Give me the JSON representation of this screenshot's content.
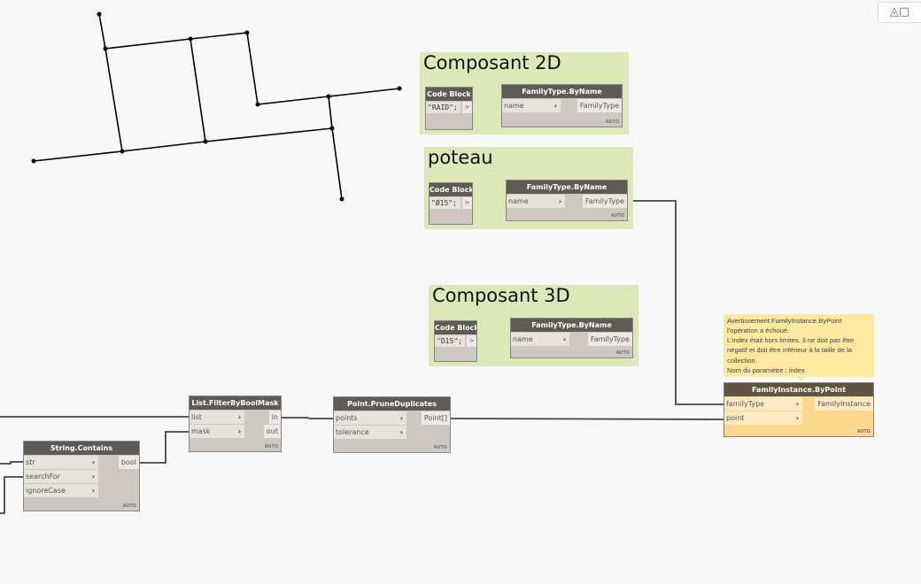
{
  "groups": [
    {
      "id": "g2d",
      "title": "Composant 2D"
    },
    {
      "id": "gpot",
      "title": "poteau"
    },
    {
      "id": "g3d",
      "title": "Composant 3D"
    }
  ],
  "nodes": [
    {
      "id": "cb1",
      "type": "code",
      "title": "Code Block",
      "code": "\"RAID\";",
      "out": ">"
    },
    {
      "id": "ft1",
      "title": "FamilyType.ByName",
      "inputs": [
        "name"
      ],
      "outputs": [
        "FamilyType"
      ],
      "lacing": "AUTO"
    },
    {
      "id": "cb2",
      "type": "code",
      "title": "Code Block",
      "code": "\"Ø15\";",
      "out": ">"
    },
    {
      "id": "ft2",
      "title": "FamilyType.ByName",
      "inputs": [
        "name"
      ],
      "outputs": [
        "FamilyType"
      ],
      "lacing": "AUTO"
    },
    {
      "id": "cb3",
      "type": "code",
      "title": "Code Block",
      "code": "\"D15\";",
      "out": ">"
    },
    {
      "id": "ft3",
      "title": "FamilyType.ByName",
      "inputs": [
        "name"
      ],
      "outputs": [
        "FamilyType"
      ],
      "lacing": "AUTO"
    },
    {
      "id": "fi",
      "title": "FamilyInstance.ByPoint",
      "inputs": [
        "familyType",
        "point"
      ],
      "outputs": [
        "FamilyInstance"
      ],
      "lacing": "AUTO",
      "warning": true
    },
    {
      "id": "fb",
      "title": "List.FilterByBoolMask",
      "inputs": [
        "list",
        "mask"
      ],
      "outputs": [
        "in",
        "out"
      ],
      "lacing": "AUTO"
    },
    {
      "id": "pd",
      "title": "Point.PruneDuplicates",
      "inputs": [
        "points",
        "tolerance"
      ],
      "outputs": [
        "Point[]"
      ],
      "lacing": "AUTO"
    },
    {
      "id": "sc",
      "title": "String.Contains",
      "inputs": [
        "str",
        "searchFor",
        "ignoreCase"
      ],
      "outputs": [
        "bool"
      ],
      "lacing": "AUTO"
    }
  ],
  "tooltip": {
    "lines": [
      "Avertissement:FamilyInstance.ByPoint",
      "l'opération a échoué.",
      "L'index était hors limites. Il ne doit pas être",
      "négatif et doit être inférieur à la taille de la",
      "collection.",
      "Nom du paramètre : index"
    ]
  },
  "view_toggle": {
    "icon": "geometry-view-icon",
    "label": "◬▢"
  },
  "colors": {
    "canvas": "#f8f8f8",
    "group": "#dde8b9",
    "node_header": "#5e5b57",
    "warning_node": "#fcd88e",
    "tooltip": "#fde9a0"
  }
}
